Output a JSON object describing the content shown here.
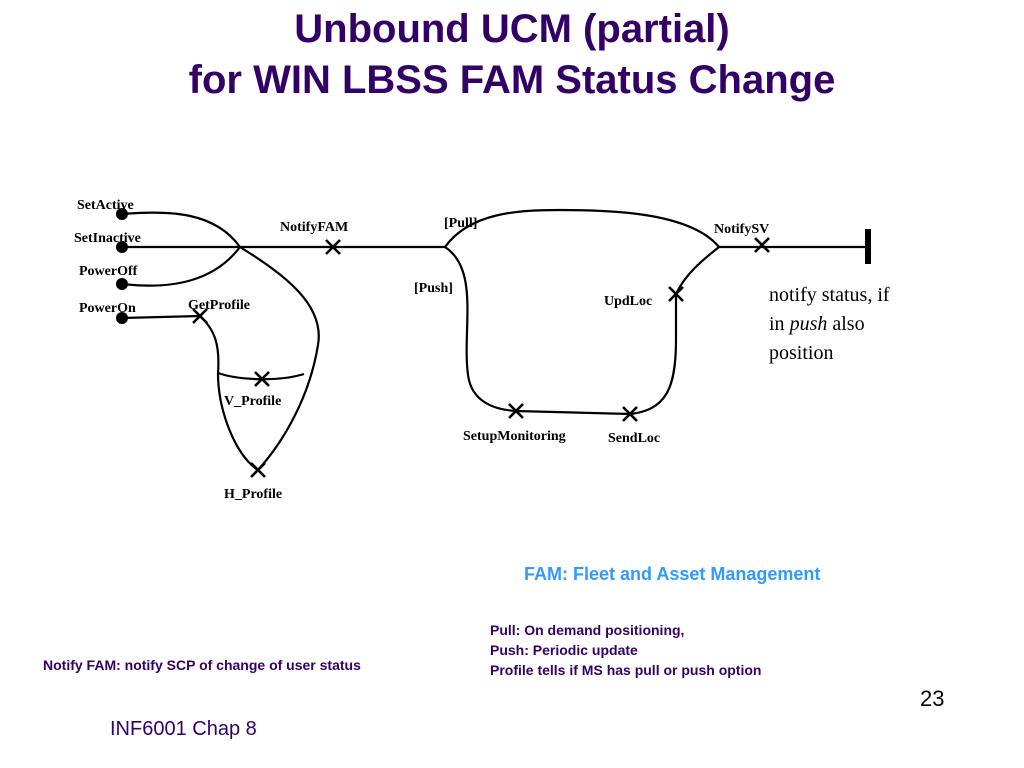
{
  "slide": {
    "title_line1": "Unbound UCM (partial)",
    "title_line2": "for WIN LBSS FAM Status Change",
    "page_number": "23",
    "footer": "INF6001  Chap 8"
  },
  "diagram": {
    "start_points": [
      "SetActive",
      "SetInactive",
      "PowerOff",
      "PowerOn"
    ],
    "responsibilities": {
      "notify_fam": "NotifyFAM",
      "get_profile": "GetProfile",
      "v_profile": "V_Profile",
      "h_profile": "H_Profile",
      "setup_monitoring": "SetupMonitoring",
      "send_loc": "SendLoc",
      "upd_loc": "UpdLoc",
      "notify_sv": "NotifySV"
    },
    "conditions": {
      "pull": "[Pull]",
      "push": "[Push]"
    },
    "side_note": {
      "line1": "notify status, if",
      "line2_prefix": "in ",
      "line2_italic": "push",
      "line2_suffix": " also",
      "line3": "position"
    }
  },
  "notes": {
    "fam_definition": "FAM: Fleet and Asset Management",
    "pull_note": "Pull: On demand positioning,",
    "push_note": "Push: Periodic update",
    "profile_note": "Profile tells if MS has pull or push option",
    "notify_fam_note": "Notify FAM: notify SCP of change of user status"
  },
  "colors": {
    "title": "#330066",
    "fam_definition": "#3399ff",
    "notes": "#330066",
    "diagram": "#000000"
  }
}
